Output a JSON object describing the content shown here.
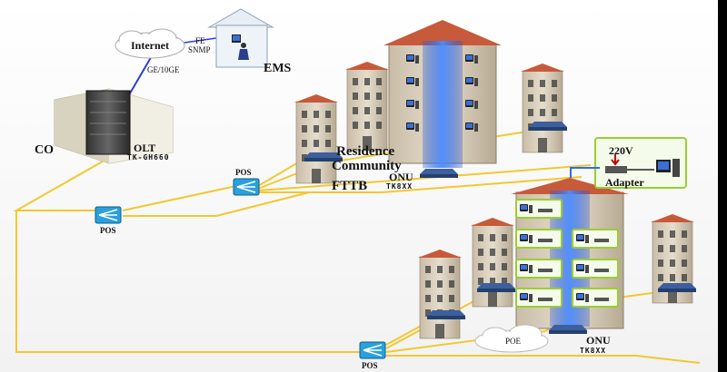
{
  "labels": {
    "internet": "Internet",
    "fe": "FE",
    "snmp": "SNMP",
    "uplink": "GE/10GE",
    "ems": "EMS",
    "co": "CO",
    "olt": "OLT",
    "olt_model": "TK-GH660",
    "residence": "Residence",
    "community": "Community",
    "fttb": "FTTB",
    "onu_top": "ONU",
    "onu_top_model": "TK8XX",
    "pos_top": "POS",
    "pos_left": "POS",
    "pos_bottom": "POS",
    "voltage": "220V",
    "adapter": "Adapter",
    "poe": "POE",
    "onu_bottom": "ONU",
    "onu_bottom_model": "TK8XX"
  },
  "colors": {
    "background": "#ffffff",
    "fiber": "#f2c830",
    "uplink": "#2a3dd8",
    "building_wall": "#d9cfbf",
    "roof": "#c75a3a",
    "highlight_box": "#9acd32",
    "splitter": "#2aa0dc",
    "beam": "#2f6fe0"
  }
}
